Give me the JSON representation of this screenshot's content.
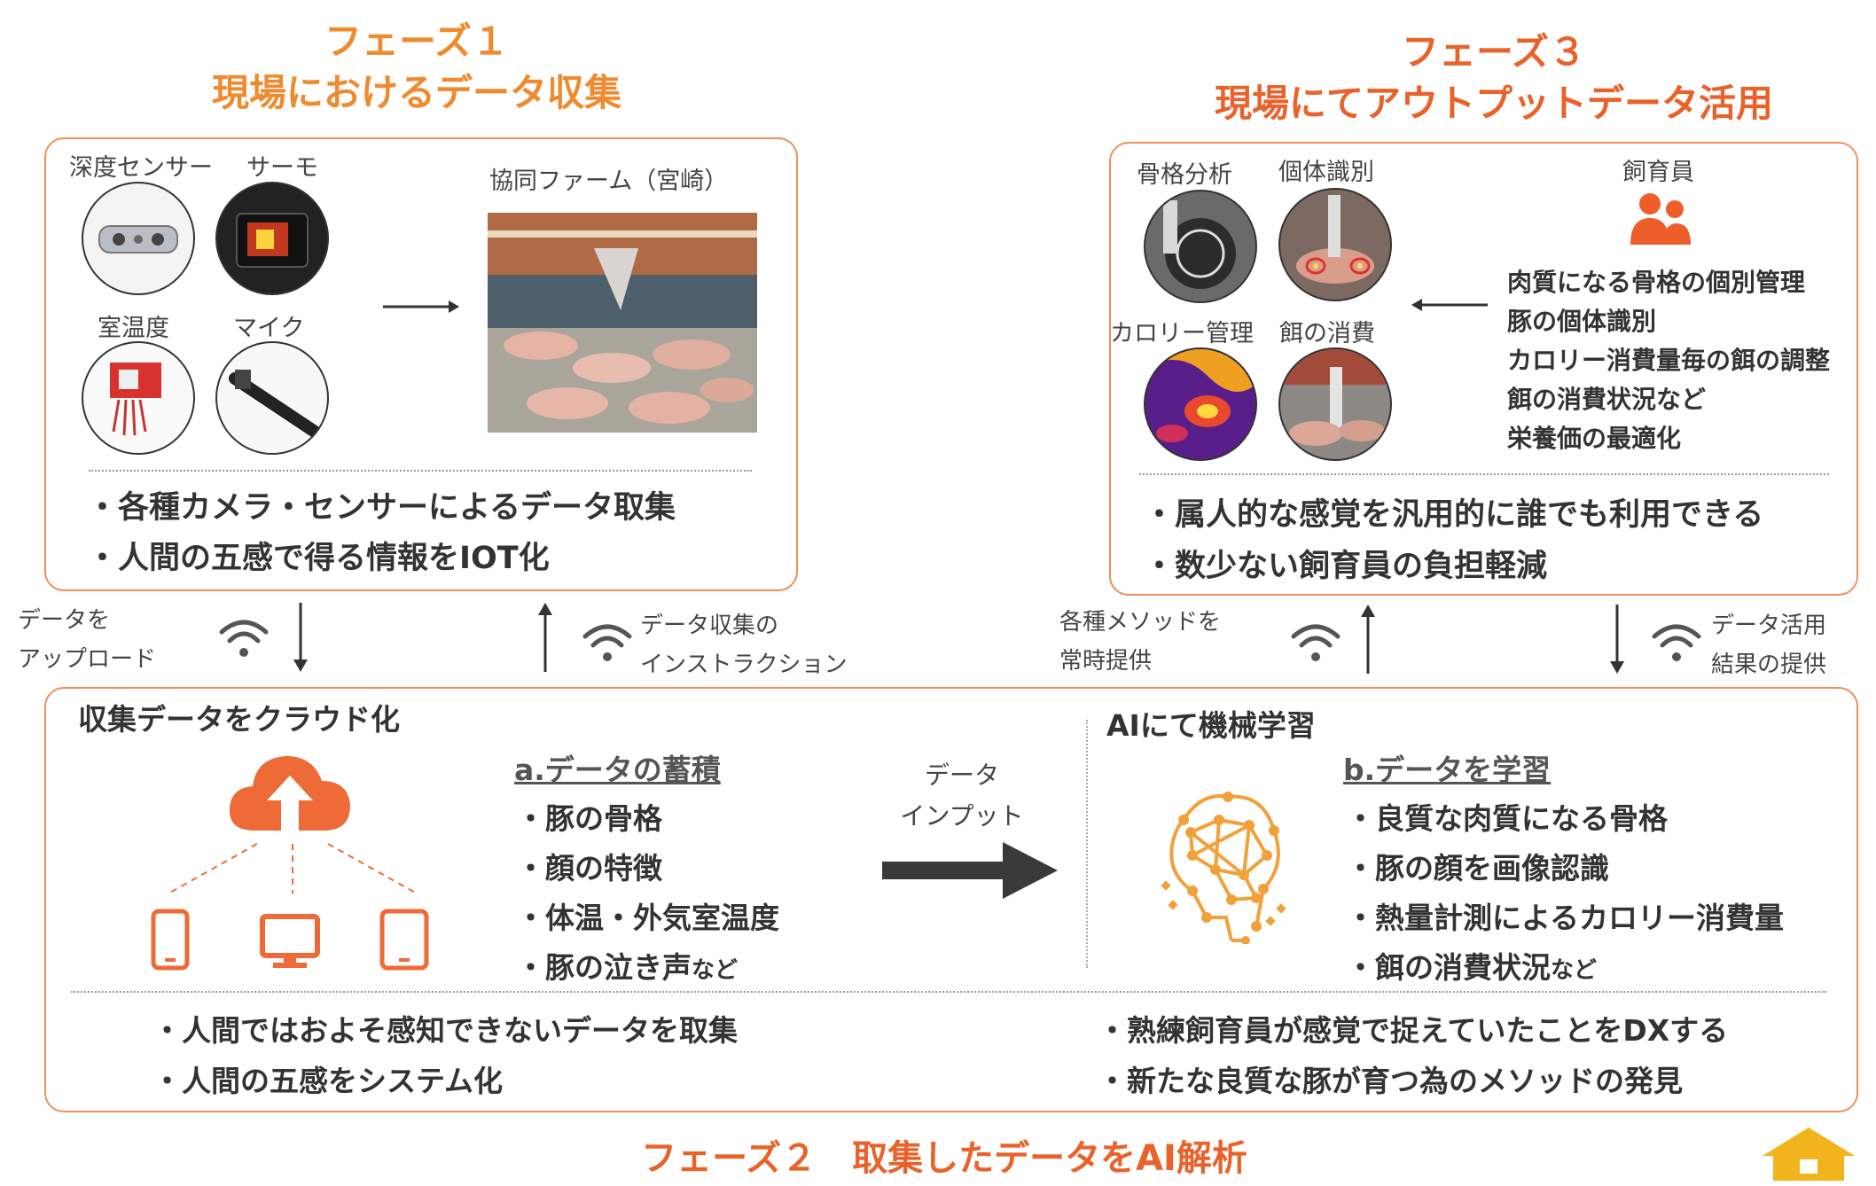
{
  "phase1": {
    "title_line1": "フェーズ１",
    "title_line2": "現場におけるデータ収集",
    "label_depth": "深度センサー",
    "label_thermo": "サーモ",
    "label_room": "室温度",
    "label_mic": "マイク",
    "label_farm": "協同ファーム（宮崎）",
    "bullets": [
      "・各種カメラ・センサーによるデータ取集",
      "・人間の五感で得る情報をIOT化"
    ]
  },
  "phase3": {
    "title_line1": "フェーズ３",
    "title_line2": "現場にてアウトプットデータ活用",
    "label_skeleton": "骨格分析",
    "label_individual": "個体識別",
    "label_calorie": "カロリー管理",
    "label_feed": "餌の消費",
    "label_keeper": "飼育員",
    "keeper_items": [
      "肉質になる骨格の個別管理",
      "豚の個体識別",
      "カロリー消費量毎の餌の調整",
      "餌の消費状況など",
      "栄養価の最適化"
    ],
    "bullets": [
      "・属人的な感覚を汎用的に誰でも利用できる",
      "・数少ない飼育員の負担軽減"
    ]
  },
  "connectors": {
    "upload_line1": "データを",
    "upload_line2": "アップロード",
    "instruct_line1": "データ収集の",
    "instruct_line2": "インストラクション",
    "method_line1": "各種メソッドを",
    "method_line2": "常時提供",
    "result_line1": "データ活用",
    "result_line2": "結果の提供"
  },
  "phase2": {
    "cloud_heading": "収集データをクラウド化",
    "accum_heading": "a.データの蓄積",
    "accum_items": [
      "・豚の骨格",
      "・顔の特徴",
      "・体温・外気室温度",
      "・豚の泣き声"
    ],
    "accum_suffix": "など",
    "input_line1": "データ",
    "input_line2": "インプット",
    "ml_heading": "AIにて機械学習",
    "learn_heading": "b.データを学習",
    "learn_items": [
      "・良質な肉質になる骨格",
      "・豚の顔を画像認識",
      "・熱量計測によるカロリー消費量",
      "・餌の消費状況"
    ],
    "learn_suffix": "など",
    "bottom_left": [
      "・人間ではおよそ感知できないデータを取集",
      "・人間の五感をシステム化"
    ],
    "bottom_right": [
      "・熟練飼育員が感覚で捉えていたことをDXする",
      "・新たな良質な豚が育つ為のメソッドの発見"
    ],
    "caption": "フェーズ２　取集したデータをAI解析"
  },
  "colors": {
    "orange": "#ef8a2e",
    "accent": "#e8622a",
    "border": "#ef8f5a",
    "home": "#f2b41c"
  }
}
